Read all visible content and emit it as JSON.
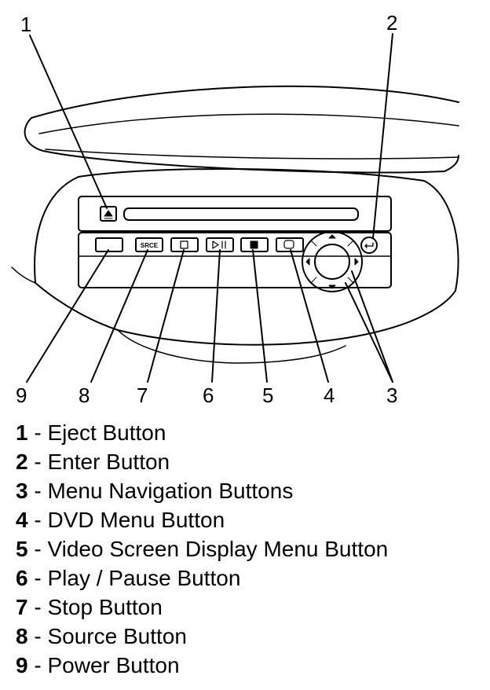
{
  "callouts": {
    "c1": "1",
    "c2": "2",
    "c3": "3",
    "c4": "4",
    "c5": "5",
    "c6": "6",
    "c7": "7",
    "c8": "8",
    "c9": "9"
  },
  "button_labels": {
    "source": "SRCE"
  },
  "legend": [
    {
      "num": "1",
      "sep": " - ",
      "text": "Eject Button"
    },
    {
      "num": "2",
      "sep": " - ",
      "text": "Enter Button"
    },
    {
      "num": "3",
      "sep": " - ",
      "text": "Menu Navigation Buttons"
    },
    {
      "num": "4",
      "sep": " - ",
      "text": "DVD Menu Button"
    },
    {
      "num": "5",
      "sep": " - ",
      "text": "Video Screen Display Menu Button"
    },
    {
      "num": "6",
      "sep": " - ",
      "text": "Play / Pause Button"
    },
    {
      "num": "7",
      "sep": " - ",
      "text": "Stop Button"
    },
    {
      "num": "8",
      "sep": " - ",
      "text": "Source Button"
    },
    {
      "num": "9",
      "sep": " - ",
      "text": "Power Button"
    }
  ]
}
